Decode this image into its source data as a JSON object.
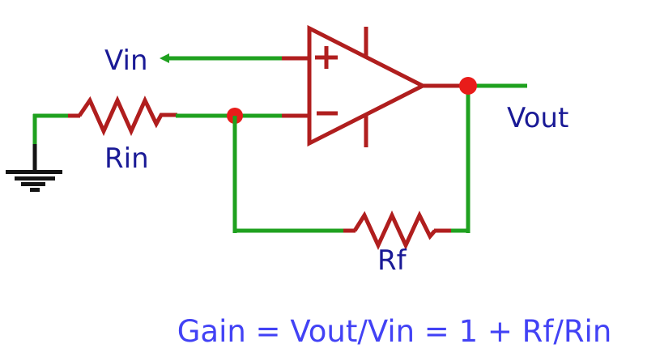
{
  "diagram": {
    "type": "circuit-schematic",
    "name": "non-inverting-op-amp-amplifier",
    "labels": {
      "vin": "Vin",
      "rin": "Rin",
      "rf": "Rf",
      "vout": "Vout"
    },
    "opamp": {
      "plus_input_icon": "+",
      "minus_input_icon": "−"
    },
    "formula": "Gain = Vout/Vin = 1 + Rf/Rin",
    "colors": {
      "background": "#FFFFFF",
      "wire": "#1FA11F",
      "component": "#B01E1E",
      "junction_dot": "#E81C1A",
      "ground": "#141414",
      "label": "#1A1A96",
      "formula": "#4242F5"
    }
  }
}
